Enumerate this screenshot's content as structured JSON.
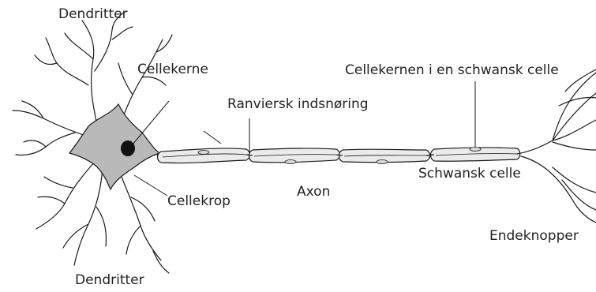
{
  "labels": {
    "dendrites_top": "Dendritter",
    "nucleus": "Cellekerne",
    "cell_body": "Cellekrop",
    "dendrites_bottom": "Dendritter",
    "node_of_ranvier": "Ranviersk indsnøring",
    "axon": "Axon",
    "schwann_nucleus": "Cellekernen i en schwansk  celle",
    "schwann_cell": "Schwansk  celle",
    "terminals": "Endeknopper"
  },
  "colors": {
    "cell_body": "#b9b9b9",
    "myelin": "#ebebeb",
    "outline": "#1a1a1a"
  }
}
